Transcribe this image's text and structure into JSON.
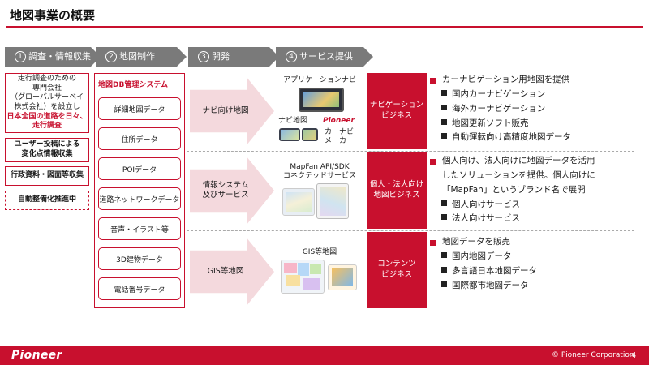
{
  "title": "地図事業の概要",
  "steps": [
    {
      "num": "1",
      "label": "調査・情報収集"
    },
    {
      "num": "2",
      "label": "地図制作"
    },
    {
      "num": "3",
      "label": "開発"
    },
    {
      "num": "4",
      "label": "サービス提供"
    }
  ],
  "research": {
    "box1_lines": [
      "走行調査のための",
      "専門会社",
      "（グローバルサーベイ",
      "株式会社）を設立し"
    ],
    "box1_red": [
      "日本全国の道路を日々、",
      "走行調査"
    ],
    "box2_lines": [
      "ユーザー投稿による",
      "変化点情報収集"
    ],
    "box3": "行政資料・図面等収集",
    "box4": "自動整備化推進中"
  },
  "db": {
    "title": "地図DB管理システム",
    "items": [
      "詳細地図データ",
      "住所データ",
      "POIデータ",
      "道路ネットワークデータ",
      "音声・イラスト等",
      "3D建物データ",
      "電話番号データ"
    ]
  },
  "dev": [
    {
      "label": "ナビ向け地図"
    },
    {
      "label_line1": "情報システム",
      "label_line2": "及びサービス"
    },
    {
      "label": "GIS等地図"
    }
  ],
  "services": {
    "nav_app": "アプリケーションナビ",
    "nav_map": "ナビ地図",
    "pioneer": "Pioneer",
    "car_line1": "カーナビ",
    "car_line2": "メーカー",
    "mapfan_line1": "MapFan API/SDK",
    "mapfan_line2": "コネクテッドサービス",
    "gis": "GIS等地図"
  },
  "business": [
    {
      "line1": "ナビゲーション",
      "line2": "ビジネス"
    },
    {
      "line1": "個人・法人向け",
      "line2": "地図ビジネス"
    },
    {
      "line1": "コンテンツ",
      "line2": "ビジネス"
    }
  ],
  "desc1": {
    "head": "カーナビゲーション用地図を提供",
    "items": [
      "国内カーナビゲーション",
      "海外カーナビゲーション",
      "地図更新ソフト販売",
      "自動運転向け高精度地図データ"
    ]
  },
  "desc2": {
    "head_lines": [
      "個人向け、法人向けに地図データを活用",
      "したソリューションを提供。個人向けに",
      "「MapFan」というブランド名で展開"
    ],
    "items": [
      "個人向けサービス",
      "法人向けサービス"
    ]
  },
  "desc3": {
    "head": "地図データを販売",
    "items": [
      "国内地図データ",
      "多言語日本地図データ",
      "国際都市地図データ"
    ]
  },
  "footer": {
    "logo": "Pioneer",
    "copyright": "© Pioneer Corporation",
    "page": "4"
  },
  "colors": {
    "accent": "#c8102e",
    "step_gray": "#7a7a7a",
    "arrow_pink": "#f4d9dd"
  }
}
